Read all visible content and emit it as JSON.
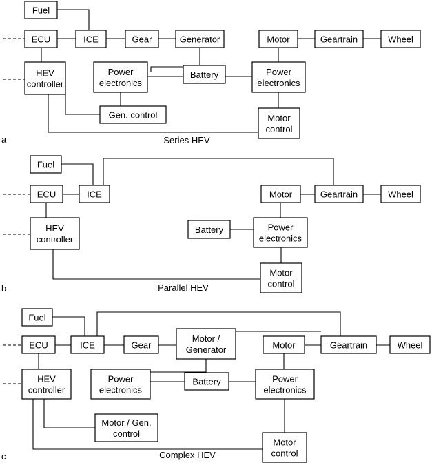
{
  "panels": [
    {
      "letter": "a",
      "caption": "Series HEV",
      "boxes": [
        {
          "id": "fuel",
          "lines": [
            "Fuel"
          ]
        },
        {
          "id": "ecu",
          "lines": [
            "ECU"
          ]
        },
        {
          "id": "ice",
          "lines": [
            "ICE"
          ]
        },
        {
          "id": "gear",
          "lines": [
            "Gear"
          ]
        },
        {
          "id": "generator",
          "lines": [
            "Generator"
          ]
        },
        {
          "id": "motor",
          "lines": [
            "Motor"
          ]
        },
        {
          "id": "geartrain",
          "lines": [
            "Geartrain"
          ]
        },
        {
          "id": "wheel",
          "lines": [
            "Wheel"
          ]
        },
        {
          "id": "hev-controller",
          "lines": [
            "HEV",
            "controller"
          ]
        },
        {
          "id": "power-electronics-left",
          "lines": [
            "Power",
            "electronics"
          ]
        },
        {
          "id": "battery",
          "lines": [
            "Battery"
          ]
        },
        {
          "id": "power-electronics-right",
          "lines": [
            "Power",
            "electronics"
          ]
        },
        {
          "id": "gen-control",
          "lines": [
            "Gen. control"
          ]
        },
        {
          "id": "motor-control",
          "lines": [
            "Motor",
            "control"
          ]
        }
      ]
    },
    {
      "letter": "b",
      "caption": "Parallel HEV",
      "boxes": [
        {
          "id": "fuel",
          "lines": [
            "Fuel"
          ]
        },
        {
          "id": "ecu",
          "lines": [
            "ECU"
          ]
        },
        {
          "id": "ice",
          "lines": [
            "ICE"
          ]
        },
        {
          "id": "motor",
          "lines": [
            "Motor"
          ]
        },
        {
          "id": "geartrain",
          "lines": [
            "Geartrain"
          ]
        },
        {
          "id": "wheel",
          "lines": [
            "Wheel"
          ]
        },
        {
          "id": "hev-controller",
          "lines": [
            "HEV",
            "controller"
          ]
        },
        {
          "id": "battery",
          "lines": [
            "Battery"
          ]
        },
        {
          "id": "power-electronics",
          "lines": [
            "Power",
            "electronics"
          ]
        },
        {
          "id": "motor-control",
          "lines": [
            "Motor",
            "control"
          ]
        }
      ]
    },
    {
      "letter": "c",
      "caption": "Complex HEV",
      "boxes": [
        {
          "id": "fuel",
          "lines": [
            "Fuel"
          ]
        },
        {
          "id": "ecu",
          "lines": [
            "ECU"
          ]
        },
        {
          "id": "ice",
          "lines": [
            "ICE"
          ]
        },
        {
          "id": "gear",
          "lines": [
            "Gear"
          ]
        },
        {
          "id": "motor-generator",
          "lines": [
            "Motor /",
            "Generator"
          ]
        },
        {
          "id": "motor",
          "lines": [
            "Motor"
          ]
        },
        {
          "id": "geartrain",
          "lines": [
            "Geartrain"
          ]
        },
        {
          "id": "wheel",
          "lines": [
            "Wheel"
          ]
        },
        {
          "id": "hev-controller",
          "lines": [
            "HEV",
            "controller"
          ]
        },
        {
          "id": "power-electronics-left",
          "lines": [
            "Power",
            "electronics"
          ]
        },
        {
          "id": "battery",
          "lines": [
            "Battery"
          ]
        },
        {
          "id": "power-electronics-right",
          "lines": [
            "Power",
            "electronics"
          ]
        },
        {
          "id": "motor-gen-control",
          "lines": [
            "Motor / Gen.",
            "control"
          ]
        },
        {
          "id": "motor-control",
          "lines": [
            "Motor",
            "control"
          ]
        }
      ]
    }
  ]
}
